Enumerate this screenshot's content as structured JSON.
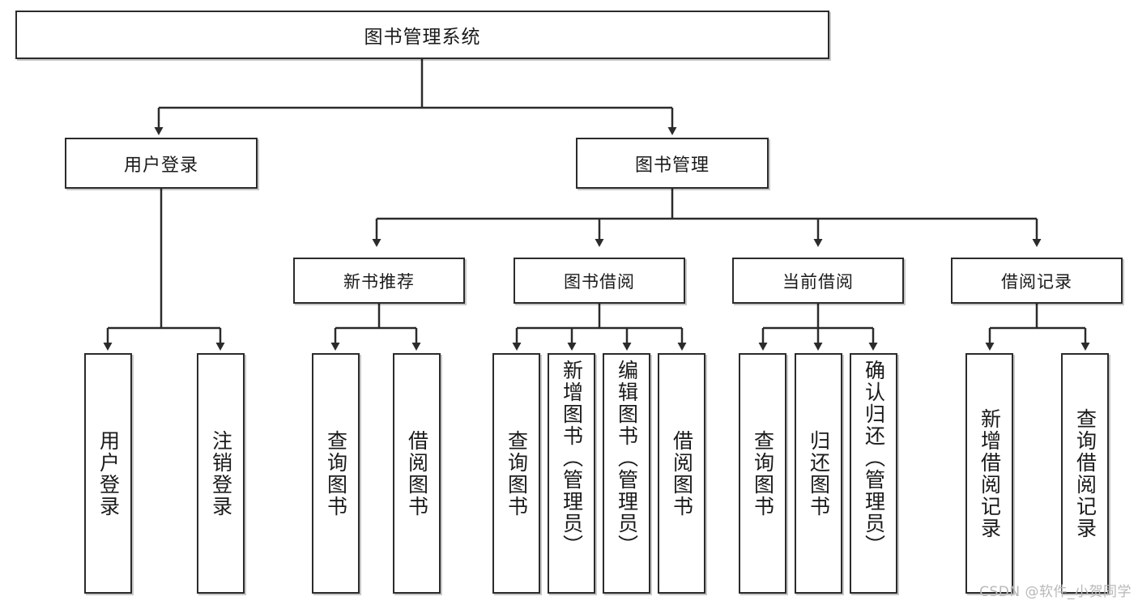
{
  "diagram": {
    "type": "tree",
    "title": "图书管理系统",
    "root": {
      "label": "图书管理系统"
    },
    "level1": [
      {
        "label": "用户登录"
      },
      {
        "label": "图书管理"
      }
    ],
    "level2": [
      {
        "label": "新书推荐"
      },
      {
        "label": "图书借阅"
      },
      {
        "label": "当前借阅"
      },
      {
        "label": "借阅记录"
      }
    ],
    "leaves": {
      "user_login": [
        {
          "label": "用户登录"
        },
        {
          "label": "注销登录"
        }
      ],
      "new_book_recommend": [
        {
          "label": "查询图书"
        },
        {
          "label": "借阅图书"
        }
      ],
      "book_borrow": [
        {
          "label": "查询图书"
        },
        {
          "label": "新增图书（管理员）"
        },
        {
          "label": "编辑图书（管理员）"
        },
        {
          "label": "借阅图书"
        }
      ],
      "current_borrow": [
        {
          "label": "查询图书"
        },
        {
          "label": "归还图书"
        },
        {
          "label": "确认归还（管理员）"
        }
      ],
      "borrow_record": [
        {
          "label": "新增借阅记录"
        },
        {
          "label": "查询借阅记录"
        }
      ]
    }
  },
  "watermark": {
    "text": "CSDN @软件_小贺同学"
  },
  "colors": {
    "stroke": "#2b2b2b",
    "fill": "#ffffff",
    "text": "#1a1a1a",
    "watermark": "#b8b8b8"
  }
}
